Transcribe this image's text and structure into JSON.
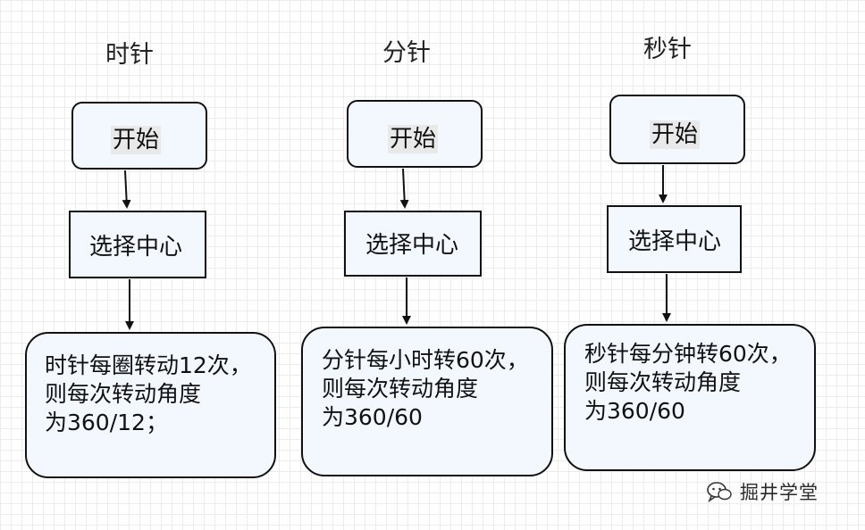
{
  "columns": [
    {
      "title": "时针",
      "start": "开始",
      "step": "选择中心",
      "result": [
        "时针每圈转动12次，",
        "则每次转动角度",
        "为360/12；"
      ]
    },
    {
      "title": "分针",
      "start": "开始",
      "step": "选择中心",
      "result": [
        "分针每小时转60次，",
        "则每次转动角度",
        "为360/60"
      ]
    },
    {
      "title": "秒针",
      "start": "开始",
      "step": "选择中心",
      "result": [
        "秒针每分钟转60次，",
        "则每次转动角度",
        "为360/60"
      ]
    }
  ],
  "watermark": {
    "icon": "wechat-icon",
    "text": "掘井学堂"
  },
  "colors": {
    "box_fill": "#f3f8fe",
    "stroke": "#111111",
    "grid": "#ececec"
  }
}
